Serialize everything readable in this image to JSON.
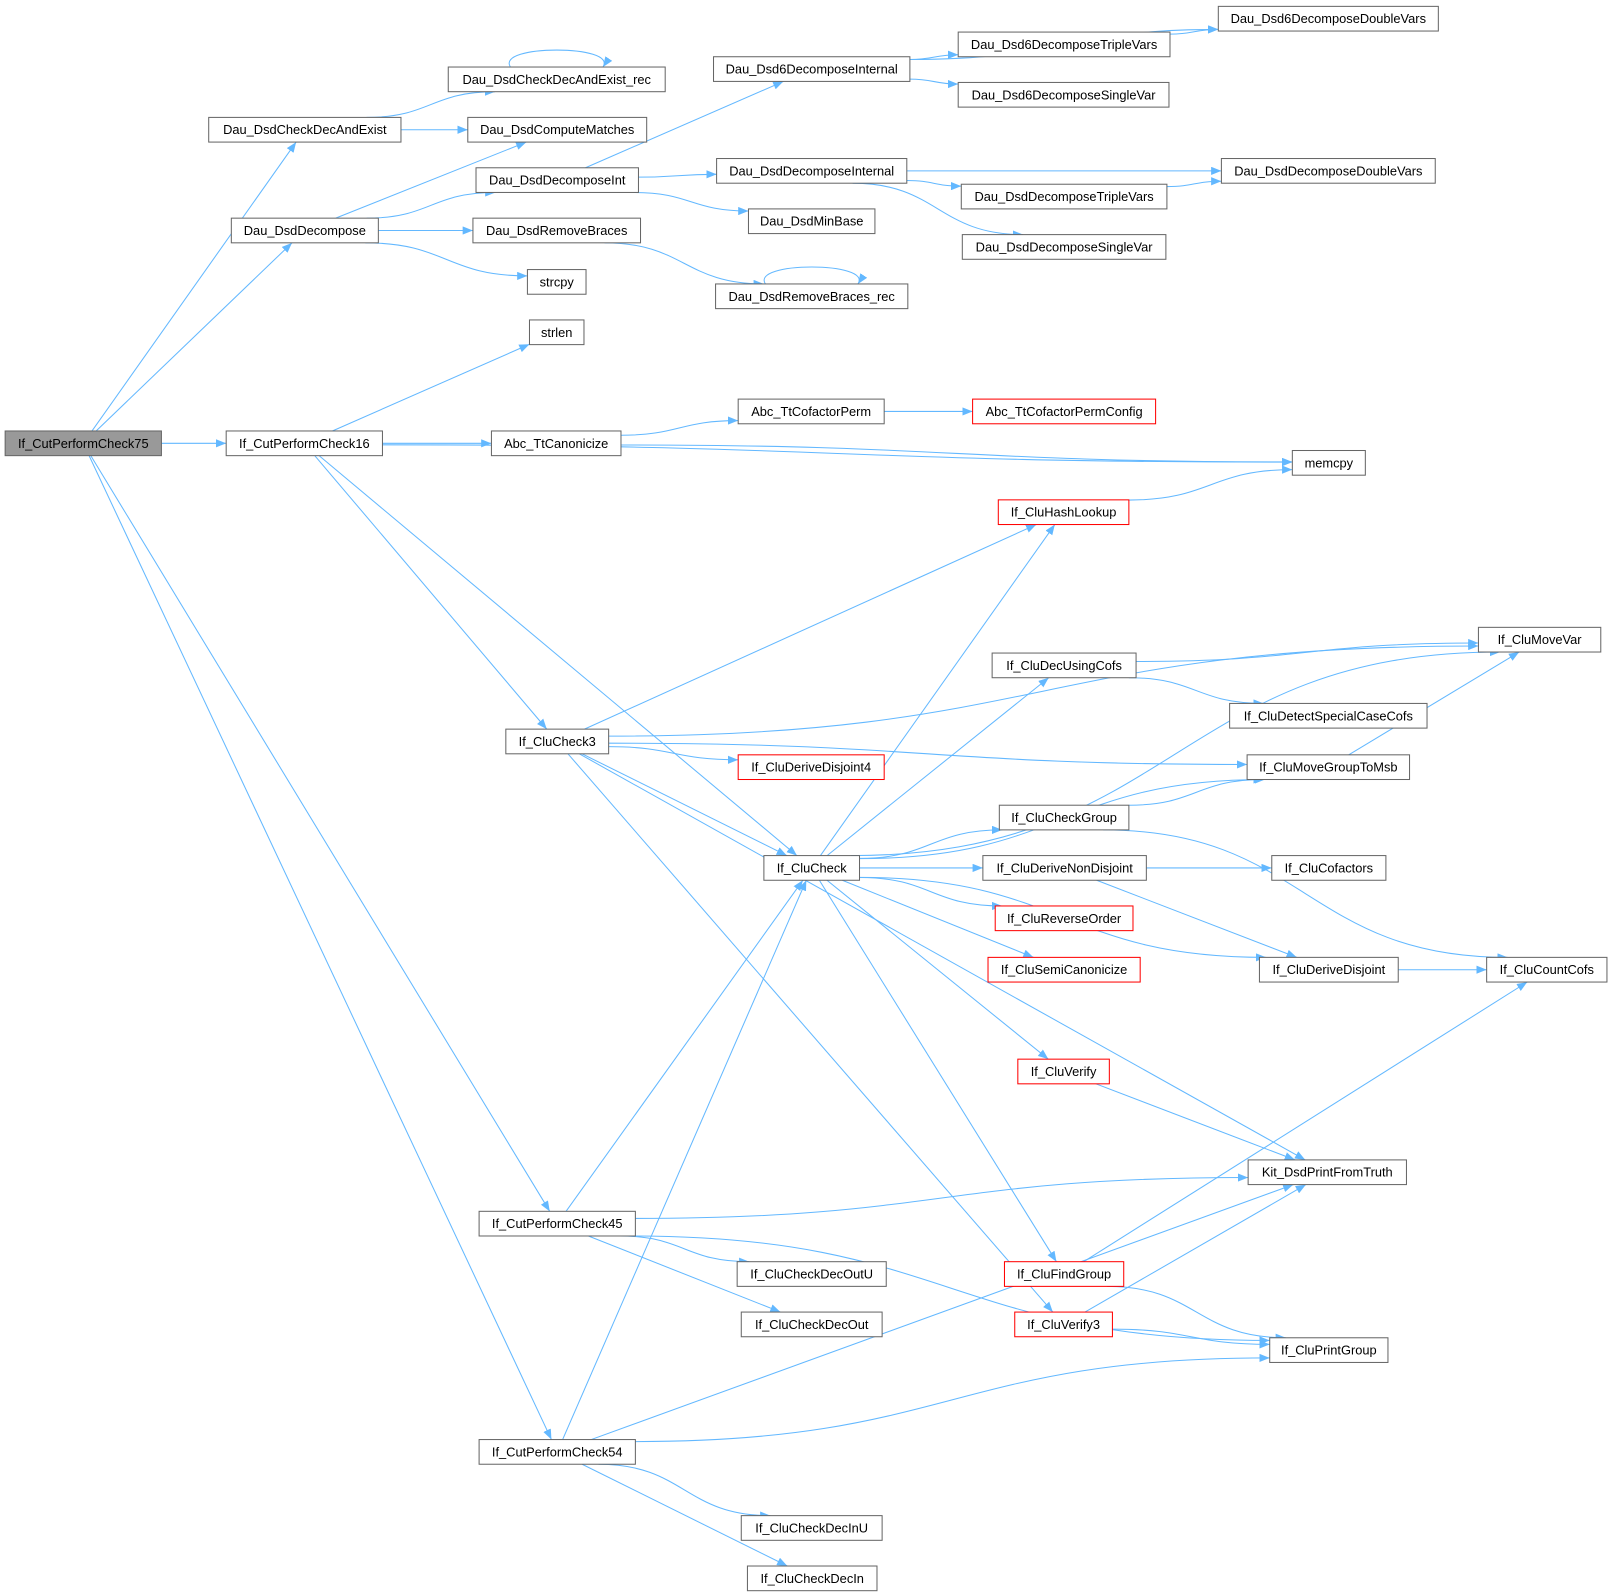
{
  "title": "If_CutPerformCheck75 call graph",
  "colors": {
    "edge": "#63b8ff",
    "node_border": "#666666",
    "truncated_border": "#ff0000",
    "root_fill": "#999999"
  },
  "nodes": [
    {
      "id": "n75",
      "label": "If_CutPerformCheck75",
      "kind": "root"
    },
    {
      "id": "cde",
      "label": "Dau_DsdCheckDecAndExist",
      "kind": "normal"
    },
    {
      "id": "cderec",
      "label": "Dau_DsdCheckDecAndExist_rec",
      "kind": "normal"
    },
    {
      "id": "cm",
      "label": "Dau_DsdComputeMatches",
      "kind": "normal"
    },
    {
      "id": "dd",
      "label": "Dau_DsdDecompose",
      "kind": "normal"
    },
    {
      "id": "ddi",
      "label": "Dau_DsdDecomposeInt",
      "kind": "normal"
    },
    {
      "id": "rb",
      "label": "Dau_DsdRemoveBraces",
      "kind": "normal"
    },
    {
      "id": "strcpy",
      "label": "strcpy",
      "kind": "normal"
    },
    {
      "id": "strlen",
      "label": "strlen",
      "kind": "normal"
    },
    {
      "id": "d6i",
      "label": "Dau_Dsd6DecomposeInternal",
      "kind": "normal"
    },
    {
      "id": "d6t",
      "label": "Dau_Dsd6DecomposeTripleVars",
      "kind": "normal"
    },
    {
      "id": "d6d",
      "label": "Dau_Dsd6DecomposeDoubleVars",
      "kind": "normal"
    },
    {
      "id": "d6s",
      "label": "Dau_Dsd6DecomposeSingleVar",
      "kind": "normal"
    },
    {
      "id": "ddint",
      "label": "Dau_DsdDecomposeInternal",
      "kind": "normal"
    },
    {
      "id": "ddd",
      "label": "Dau_DsdDecomposeDoubleVars",
      "kind": "normal"
    },
    {
      "id": "ddt",
      "label": "Dau_DsdDecomposeTripleVars",
      "kind": "normal"
    },
    {
      "id": "dds",
      "label": "Dau_DsdDecomposeSingleVar",
      "kind": "normal"
    },
    {
      "id": "mb",
      "label": "Dau_DsdMinBase",
      "kind": "normal"
    },
    {
      "id": "rbrec",
      "label": "Dau_DsdRemoveBraces_rec",
      "kind": "normal"
    },
    {
      "id": "n16",
      "label": "If_CutPerformCheck16",
      "kind": "normal"
    },
    {
      "id": "ttc",
      "label": "Abc_TtCanonicize",
      "kind": "normal"
    },
    {
      "id": "tcp",
      "label": "Abc_TtCofactorPerm",
      "kind": "normal"
    },
    {
      "id": "tcpc",
      "label": "Abc_TtCofactorPermConfig",
      "kind": "truncated"
    },
    {
      "id": "memcpy",
      "label": "memcpy",
      "kind": "normal"
    },
    {
      "id": "hash",
      "label": "If_CluHashLookup",
      "kind": "truncated"
    },
    {
      "id": "cc3",
      "label": "If_CluCheck3",
      "kind": "normal"
    },
    {
      "id": "mv",
      "label": "If_CluMoveVar",
      "kind": "normal"
    },
    {
      "id": "duc",
      "label": "If_CluDecUsingCofs",
      "kind": "normal"
    },
    {
      "id": "dscc",
      "label": "If_CluDetectSpecialCaseCofs",
      "kind": "normal"
    },
    {
      "id": "dd4",
      "label": "If_CluDeriveDisjoint4",
      "kind": "truncated"
    },
    {
      "id": "mgm",
      "label": "If_CluMoveGroupToMsb",
      "kind": "normal"
    },
    {
      "id": "cg",
      "label": "If_CluCheckGroup",
      "kind": "normal"
    },
    {
      "id": "cc",
      "label": "If_CluCheck",
      "kind": "normal"
    },
    {
      "id": "dnd",
      "label": "If_CluDeriveNonDisjoint",
      "kind": "normal"
    },
    {
      "id": "cof",
      "label": "If_CluCofactors",
      "kind": "normal"
    },
    {
      "id": "ro",
      "label": "If_CluReverseOrder",
      "kind": "truncated"
    },
    {
      "id": "sc",
      "label": "If_CluSemiCanonicize",
      "kind": "truncated"
    },
    {
      "id": "ddj",
      "label": "If_CluDeriveDisjoint",
      "kind": "normal"
    },
    {
      "id": "ccof",
      "label": "If_CluCountCofs",
      "kind": "normal"
    },
    {
      "id": "ver",
      "label": "If_CluVerify",
      "kind": "truncated"
    },
    {
      "id": "kit",
      "label": "Kit_DsdPrintFromTruth",
      "kind": "normal"
    },
    {
      "id": "n45",
      "label": "If_CutPerformCheck45",
      "kind": "normal"
    },
    {
      "id": "cdou",
      "label": "If_CluCheckDecOutU",
      "kind": "normal"
    },
    {
      "id": "cdo",
      "label": "If_CluCheckDecOut",
      "kind": "normal"
    },
    {
      "id": "fg",
      "label": "If_CluFindGroup",
      "kind": "truncated"
    },
    {
      "id": "ver3",
      "label": "If_CluVerify3",
      "kind": "truncated"
    },
    {
      "id": "pg",
      "label": "If_CluPrintGroup",
      "kind": "normal"
    },
    {
      "id": "n54",
      "label": "If_CutPerformCheck54",
      "kind": "normal"
    },
    {
      "id": "cdiu",
      "label": "If_CluCheckDecInU",
      "kind": "normal"
    },
    {
      "id": "cdi",
      "label": "If_CluCheckDecIn",
      "kind": "normal"
    }
  ],
  "edges": [
    [
      "n75",
      "cde"
    ],
    [
      "n75",
      "dd"
    ],
    [
      "n75",
      "n16"
    ],
    [
      "n75",
      "n45"
    ],
    [
      "n75",
      "n54"
    ],
    [
      "cde",
      "cderec"
    ],
    [
      "cde",
      "cm"
    ],
    [
      "cderec",
      "cderec"
    ],
    [
      "dd",
      "cm"
    ],
    [
      "dd",
      "ddi"
    ],
    [
      "dd",
      "rb"
    ],
    [
      "dd",
      "strcpy"
    ],
    [
      "ddi",
      "d6i"
    ],
    [
      "ddi",
      "ddint"
    ],
    [
      "ddi",
      "mb"
    ],
    [
      "d6i",
      "d6d"
    ],
    [
      "d6i",
      "d6t"
    ],
    [
      "d6i",
      "d6s"
    ],
    [
      "d6t",
      "d6d"
    ],
    [
      "ddint",
      "ddd"
    ],
    [
      "ddint",
      "ddt"
    ],
    [
      "ddint",
      "dds"
    ],
    [
      "ddt",
      "ddd"
    ],
    [
      "rb",
      "rbrec"
    ],
    [
      "rbrec",
      "rbrec"
    ],
    [
      "n16",
      "strlen"
    ],
    [
      "n16",
      "memcpy"
    ],
    [
      "n16",
      "ttc"
    ],
    [
      "n16",
      "cc3"
    ],
    [
      "n16",
      "cc"
    ],
    [
      "ttc",
      "tcp"
    ],
    [
      "ttc",
      "memcpy"
    ],
    [
      "tcp",
      "tcpc"
    ],
    [
      "hash",
      "memcpy"
    ],
    [
      "cc3",
      "hash"
    ],
    [
      "cc3",
      "mv"
    ],
    [
      "cc3",
      "mgm"
    ],
    [
      "cc3",
      "dd4"
    ],
    [
      "cc3",
      "cc"
    ],
    [
      "cc3",
      "kit"
    ],
    [
      "cc3",
      "ver3"
    ],
    [
      "cc",
      "hash"
    ],
    [
      "cc",
      "mv"
    ],
    [
      "cc",
      "duc"
    ],
    [
      "cc",
      "mgm"
    ],
    [
      "cc",
      "cg"
    ],
    [
      "cc",
      "dnd"
    ],
    [
      "cc",
      "ro"
    ],
    [
      "cc",
      "sc"
    ],
    [
      "cc",
      "ddj"
    ],
    [
      "cc",
      "ver"
    ],
    [
      "cc",
      "fg"
    ],
    [
      "duc",
      "mv"
    ],
    [
      "duc",
      "dscc"
    ],
    [
      "mgm",
      "mv"
    ],
    [
      "cg",
      "mgm"
    ],
    [
      "cg",
      "ccof"
    ],
    [
      "dnd",
      "cof"
    ],
    [
      "dnd",
      "ddj"
    ],
    [
      "ddj",
      "ccof"
    ],
    [
      "ver",
      "kit"
    ],
    [
      "fg",
      "ccof"
    ],
    [
      "fg",
      "pg"
    ],
    [
      "ver3",
      "kit"
    ],
    [
      "ver3",
      "pg"
    ],
    [
      "n45",
      "cc"
    ],
    [
      "n45",
      "kit"
    ],
    [
      "n45",
      "cdou"
    ],
    [
      "n45",
      "cdo"
    ],
    [
      "n45",
      "pg"
    ],
    [
      "n54",
      "cc"
    ],
    [
      "n54",
      "kit"
    ],
    [
      "n54",
      "pg"
    ],
    [
      "n54",
      "cdiu"
    ],
    [
      "n54",
      "cdi"
    ]
  ]
}
